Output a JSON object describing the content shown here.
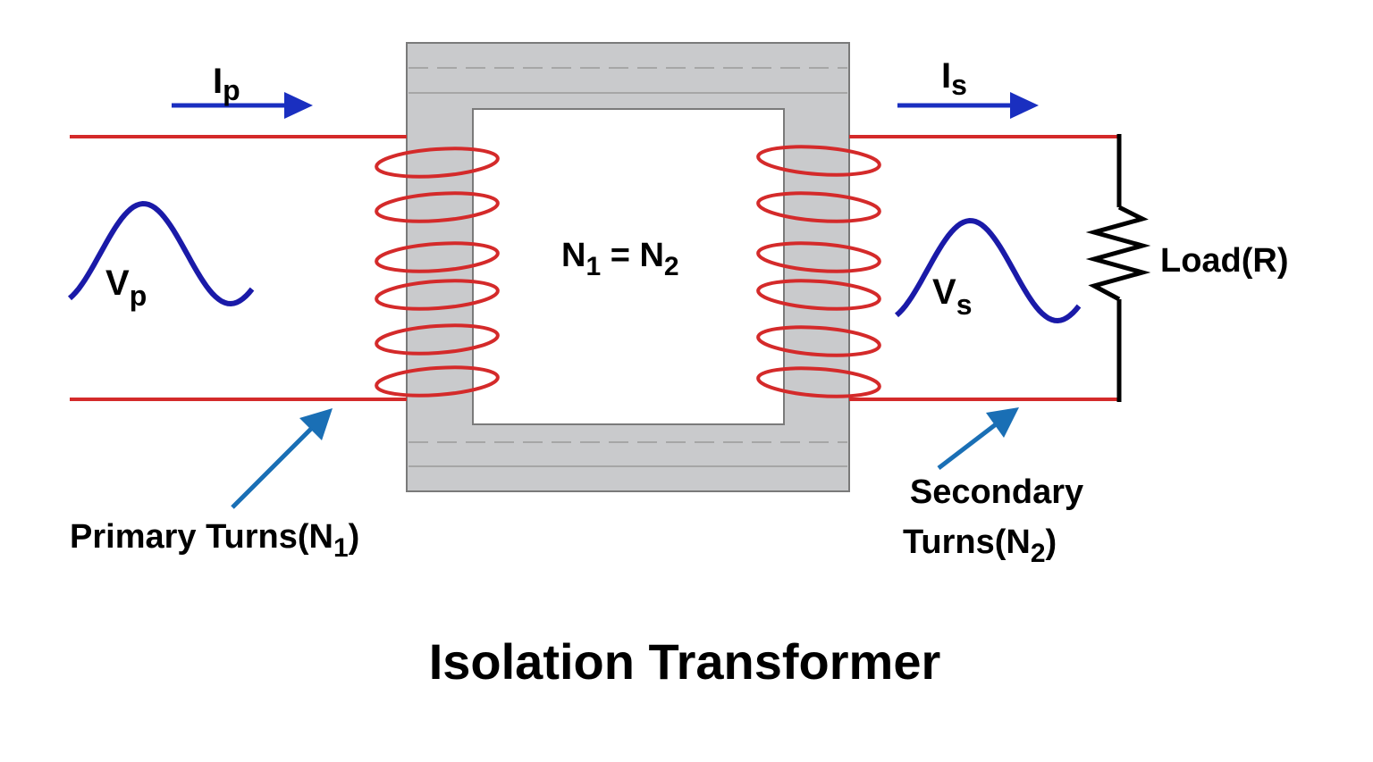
{
  "title": "Isolation Transformer",
  "labels": {
    "primary_current": {
      "main": "I",
      "sub": "p"
    },
    "secondary_current": {
      "main": "I",
      "sub": "s"
    },
    "primary_voltage": {
      "main": "V",
      "sub": "p"
    },
    "secondary_voltage": {
      "main": "V",
      "sub": "s"
    },
    "turns_ratio": {
      "n1": "N",
      "n1_sub": "1",
      "eq": " = ",
      "n2": "N",
      "n2_sub": "2"
    },
    "load": "Load(R)",
    "primary_turns": {
      "text": "Primary Turns(N",
      "sub": "1",
      "close": ")"
    },
    "secondary_turns": {
      "line1": "Secondary",
      "line2": "Turns(N",
      "sub": "2",
      "close": ")"
    }
  },
  "colors": {
    "wire": "#d42a2a",
    "current_arrow": "#1a2fc0",
    "pointer_arrow": "#1a6fb5",
    "sine": "#1a1aa8",
    "core": "#c9cacc",
    "core_edge": "#7a7a7a",
    "resistor": "#000000"
  },
  "coil_turns": {
    "primary": 6,
    "secondary": 6
  }
}
